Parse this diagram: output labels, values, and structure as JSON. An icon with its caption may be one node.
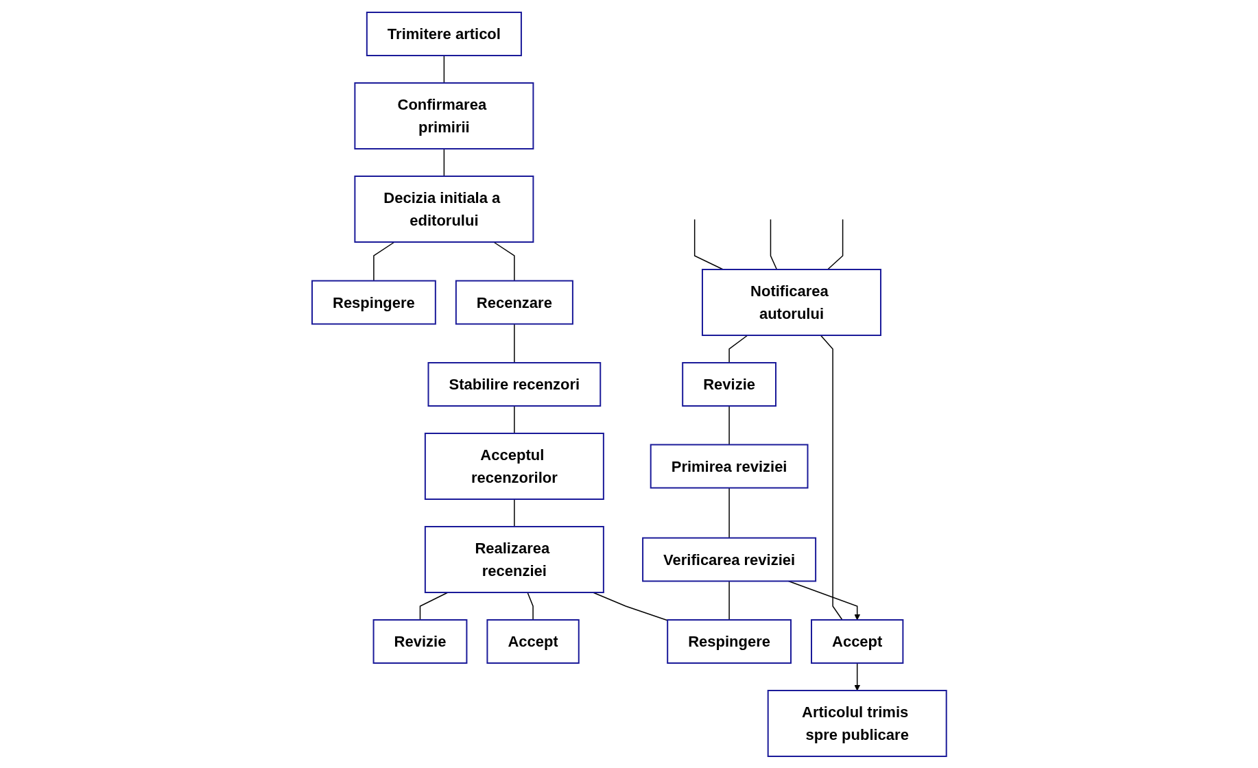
{
  "diagram": {
    "nodes": [
      {
        "text": [
          "Trimitere articol"
        ]
      },
      {
        "text": [
          "Confirmarea primirii"
        ]
      },
      {
        "text": [
          "Decizia initiala a editorului"
        ]
      },
      {
        "text": [
          "Respingere"
        ]
      },
      {
        "text": [
          "Recenzare"
        ]
      },
      {
        "text": [
          "Stabilire recenzori"
        ]
      },
      {
        "text": [
          "Acceptul recenzorilor"
        ]
      },
      {
        "text": [
          "Realizarea recenziei"
        ]
      },
      {
        "text": [
          "Revizie"
        ]
      },
      {
        "text": [
          "Accept"
        ]
      },
      {
        "text": [
          "Respingere"
        ]
      },
      {
        "text": [
          "Notificarea autorului"
        ]
      },
      {
        "text": [
          "Revizie"
        ]
      },
      {
        "text": [
          "Accept"
        ]
      },
      {
        "text": [
          "Primirea reviziei"
        ]
      },
      {
        "text": [
          "Verificarea reviziei"
        ]
      },
      {
        "text": [
          "Articolul trimis spre publicare"
        ]
      }
    ],
    "edges": [
      {
        "from": 0,
        "to": 1,
        "arrow": "none"
      },
      {
        "from": 1,
        "to": 2,
        "arrow": "none"
      },
      {
        "from": 2,
        "to": 3,
        "arrow": "none"
      },
      {
        "from": 2,
        "to": 4,
        "arrow": "none"
      },
      {
        "from": 4,
        "to": 5,
        "arrow": "none"
      },
      {
        "from": 5,
        "to": 6,
        "arrow": "none"
      },
      {
        "from": 6,
        "to": 7,
        "arrow": "none"
      },
      {
        "from": 7,
        "to": 8,
        "arrow": "none"
      },
      {
        "from": 7,
        "to": 9,
        "arrow": "none"
      },
      {
        "from": 7,
        "to": 10,
        "arrow": "none"
      },
      {
        "from": null,
        "to": 11,
        "arrow": "none"
      },
      {
        "from": null,
        "to": 11,
        "arrow": "none"
      },
      {
        "from": null,
        "to": 11,
        "arrow": "none"
      },
      {
        "from": 11,
        "to": 12,
        "arrow": "none"
      },
      {
        "from": 11,
        "to": 13,
        "arrow": "none"
      },
      {
        "from": 12,
        "to": 14,
        "arrow": "none"
      },
      {
        "from": 14,
        "to": 15,
        "arrow": "none"
      },
      {
        "from": 15,
        "to": 13,
        "arrow": "to"
      },
      {
        "from": 13,
        "to": 16,
        "arrow": "to"
      },
      {
        "from": 15,
        "to": 10,
        "arrow": "none"
      }
    ]
  }
}
